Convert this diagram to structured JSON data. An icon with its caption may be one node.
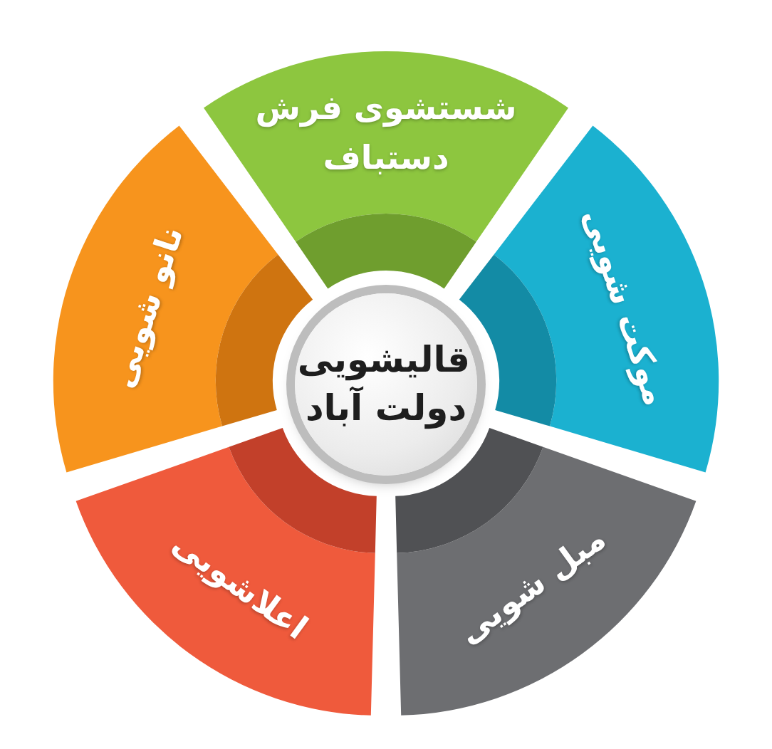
{
  "diagram": {
    "nodes": [
      {
        "text": [
          "قالیشویی دولت آباد"
        ]
      },
      {
        "text": [
          "شستشوی فرش دستباف"
        ]
      },
      {
        "text": [
          "موکت شویی"
        ]
      },
      {
        "text": [
          "مبل شویی"
        ]
      },
      {
        "text": [
          "اعلاشویی"
        ]
      },
      {
        "text": [
          "نانو شویی"
        ]
      }
    ]
  }
}
